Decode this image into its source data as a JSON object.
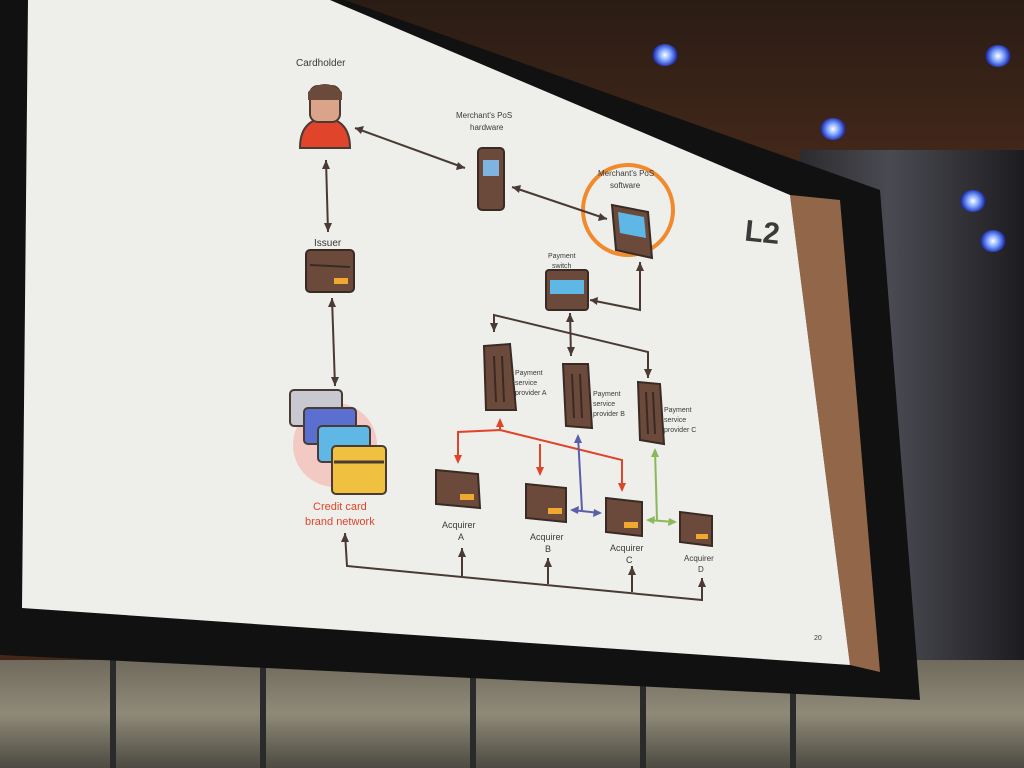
{
  "slide": {
    "logo": "L2",
    "page_number": "20"
  },
  "nodes": {
    "cardholder": "Cardholder",
    "pos_hardware_line1": "Merchant's PoS",
    "pos_hardware_line2": "hardware",
    "pos_software_line1": "Merchant's PoS",
    "pos_software_line2": "software",
    "issuer": "Issuer",
    "payment_switch_line1": "Payment",
    "payment_switch_line2": "switch",
    "psp_a_line1": "Payment",
    "psp_a_line2": "service",
    "psp_a_line3": "provider A",
    "psp_b_line1": "Payment",
    "psp_b_line2": "service",
    "psp_b_line3": "provider B",
    "psp_c_line1": "Payment",
    "psp_c_line2": "service",
    "psp_c_line3": "provider C",
    "brand_line1": "Credit card",
    "brand_line2": "brand network",
    "acq_a_line1": "Acquirer",
    "acq_a_line2": "A",
    "acq_b_line1": "Acquirer",
    "acq_b_line2": "B",
    "acq_c_line1": "Acquirer",
    "acq_c_line2": "C",
    "acq_d_line1": "Acquirer",
    "acq_d_line2": "D"
  },
  "colors": {
    "highlight_circle": "#f08a2c",
    "arrow_dark": "#4a3a34",
    "arrow_red": "#e0452b",
    "arrow_blue": "#5a5fa8",
    "arrow_green": "#8ab85a",
    "device_brown": "#6b4a3c",
    "logo_green": "#8cc63f"
  }
}
